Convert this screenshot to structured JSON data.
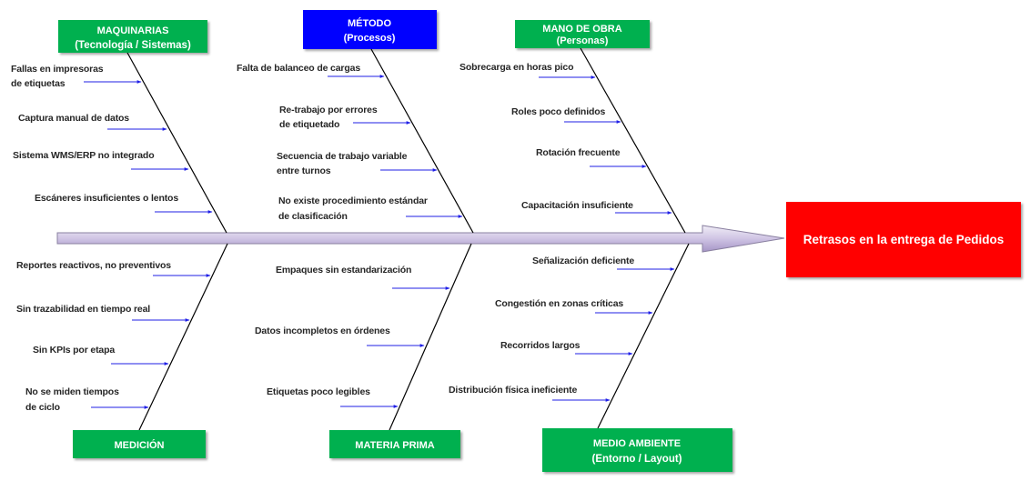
{
  "effect": "Retrasos en la entrega de Pedidos",
  "colors": {
    "category_green": "#00b050",
    "category_blue": "#0000ff",
    "effect_red": "#ff0000",
    "cause_arrow": "#1f1fe6"
  },
  "categories": [
    {
      "title": "MAQUINARIAS",
      "subtitle": "(Tecnología / Sistemas)",
      "causes": [
        {
          "lines": [
            "Fallas en impresoras",
            "de etiquetas"
          ]
        },
        {
          "lines": [
            "Captura manual de datos"
          ]
        },
        {
          "lines": [
            "Sistema WMS/ERP no integrado"
          ]
        },
        {
          "lines": [
            "Escáneres insuficientes o lentos"
          ]
        }
      ]
    },
    {
      "title": "MÉTODO",
      "subtitle": "(Procesos)",
      "causes": [
        {
          "lines": [
            "Falta de balanceo de cargas"
          ]
        },
        {
          "lines": [
            "Re-trabajo por errores",
            "de etiquetado"
          ]
        },
        {
          "lines": [
            "Secuencia de trabajo variable",
            "entre turnos"
          ]
        },
        {
          "lines": [
            "No existe procedimiento estándar",
            "de clasificación"
          ]
        }
      ]
    },
    {
      "title": "MANO DE OBRA",
      "subtitle": "(Personas)",
      "causes": [
        {
          "lines": [
            "Sobrecarga en horas pico"
          ]
        },
        {
          "lines": [
            "Roles poco definidos"
          ]
        },
        {
          "lines": [
            "Rotación frecuente"
          ]
        },
        {
          "lines": [
            "Capacitación insuficiente"
          ]
        }
      ]
    },
    {
      "title": "MEDICIÓN",
      "causes": [
        {
          "lines": [
            "Reportes reactivos, no preventivos"
          ]
        },
        {
          "lines": [
            "Sin trazabilidad en tiempo real"
          ]
        },
        {
          "lines": [
            "Sin KPIs por etapa"
          ]
        },
        {
          "lines": [
            "No se miden tiempos",
            "de ciclo"
          ]
        }
      ]
    },
    {
      "title": "MATERIA PRIMA",
      "causes": [
        {
          "lines": [
            "Empaques sin estandarización"
          ]
        },
        {
          "lines": [
            "Datos incompletos en órdenes"
          ]
        },
        {
          "lines": [
            "Etiquetas poco legibles"
          ]
        }
      ]
    },
    {
      "title": "MEDIO AMBIENTE",
      "subtitle": "(Entorno / Layout)",
      "causes": [
        {
          "lines": [
            "Señalización deficiente"
          ]
        },
        {
          "lines": [
            "Congestión en zonas críticas"
          ]
        },
        {
          "lines": [
            "Recorridos largos"
          ]
        },
        {
          "lines": [
            "Distribución física ineficiente"
          ]
        }
      ]
    }
  ]
}
